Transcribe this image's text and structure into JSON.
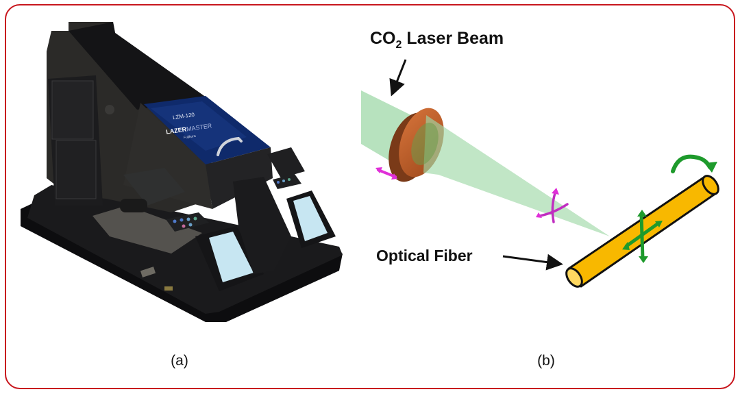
{
  "figure": {
    "panels": [
      {
        "id": "a",
        "caption": "(a)",
        "content": "photo of laser splicing workstation",
        "device": {
          "model": "LZM-120",
          "brand_bold": "LAZER",
          "brand_light": "MASTER",
          "maker": "Fujikura",
          "panel_color": "#0f2a6b"
        }
      },
      {
        "id": "b",
        "caption": "(b)",
        "labels": {
          "beam_prefix": "CO",
          "beam_subscript": "2",
          "beam_suffix": " Laser Beam",
          "fiber": "Optical Fiber"
        },
        "colors": {
          "beam": "#9fd8a8",
          "lens": "#c8622a",
          "fiber": "#f8b800",
          "lens_arrows": "#e030d8",
          "fiber_arrows": "#1e9a2c"
        }
      }
    ],
    "border_color": "#c8161d"
  }
}
